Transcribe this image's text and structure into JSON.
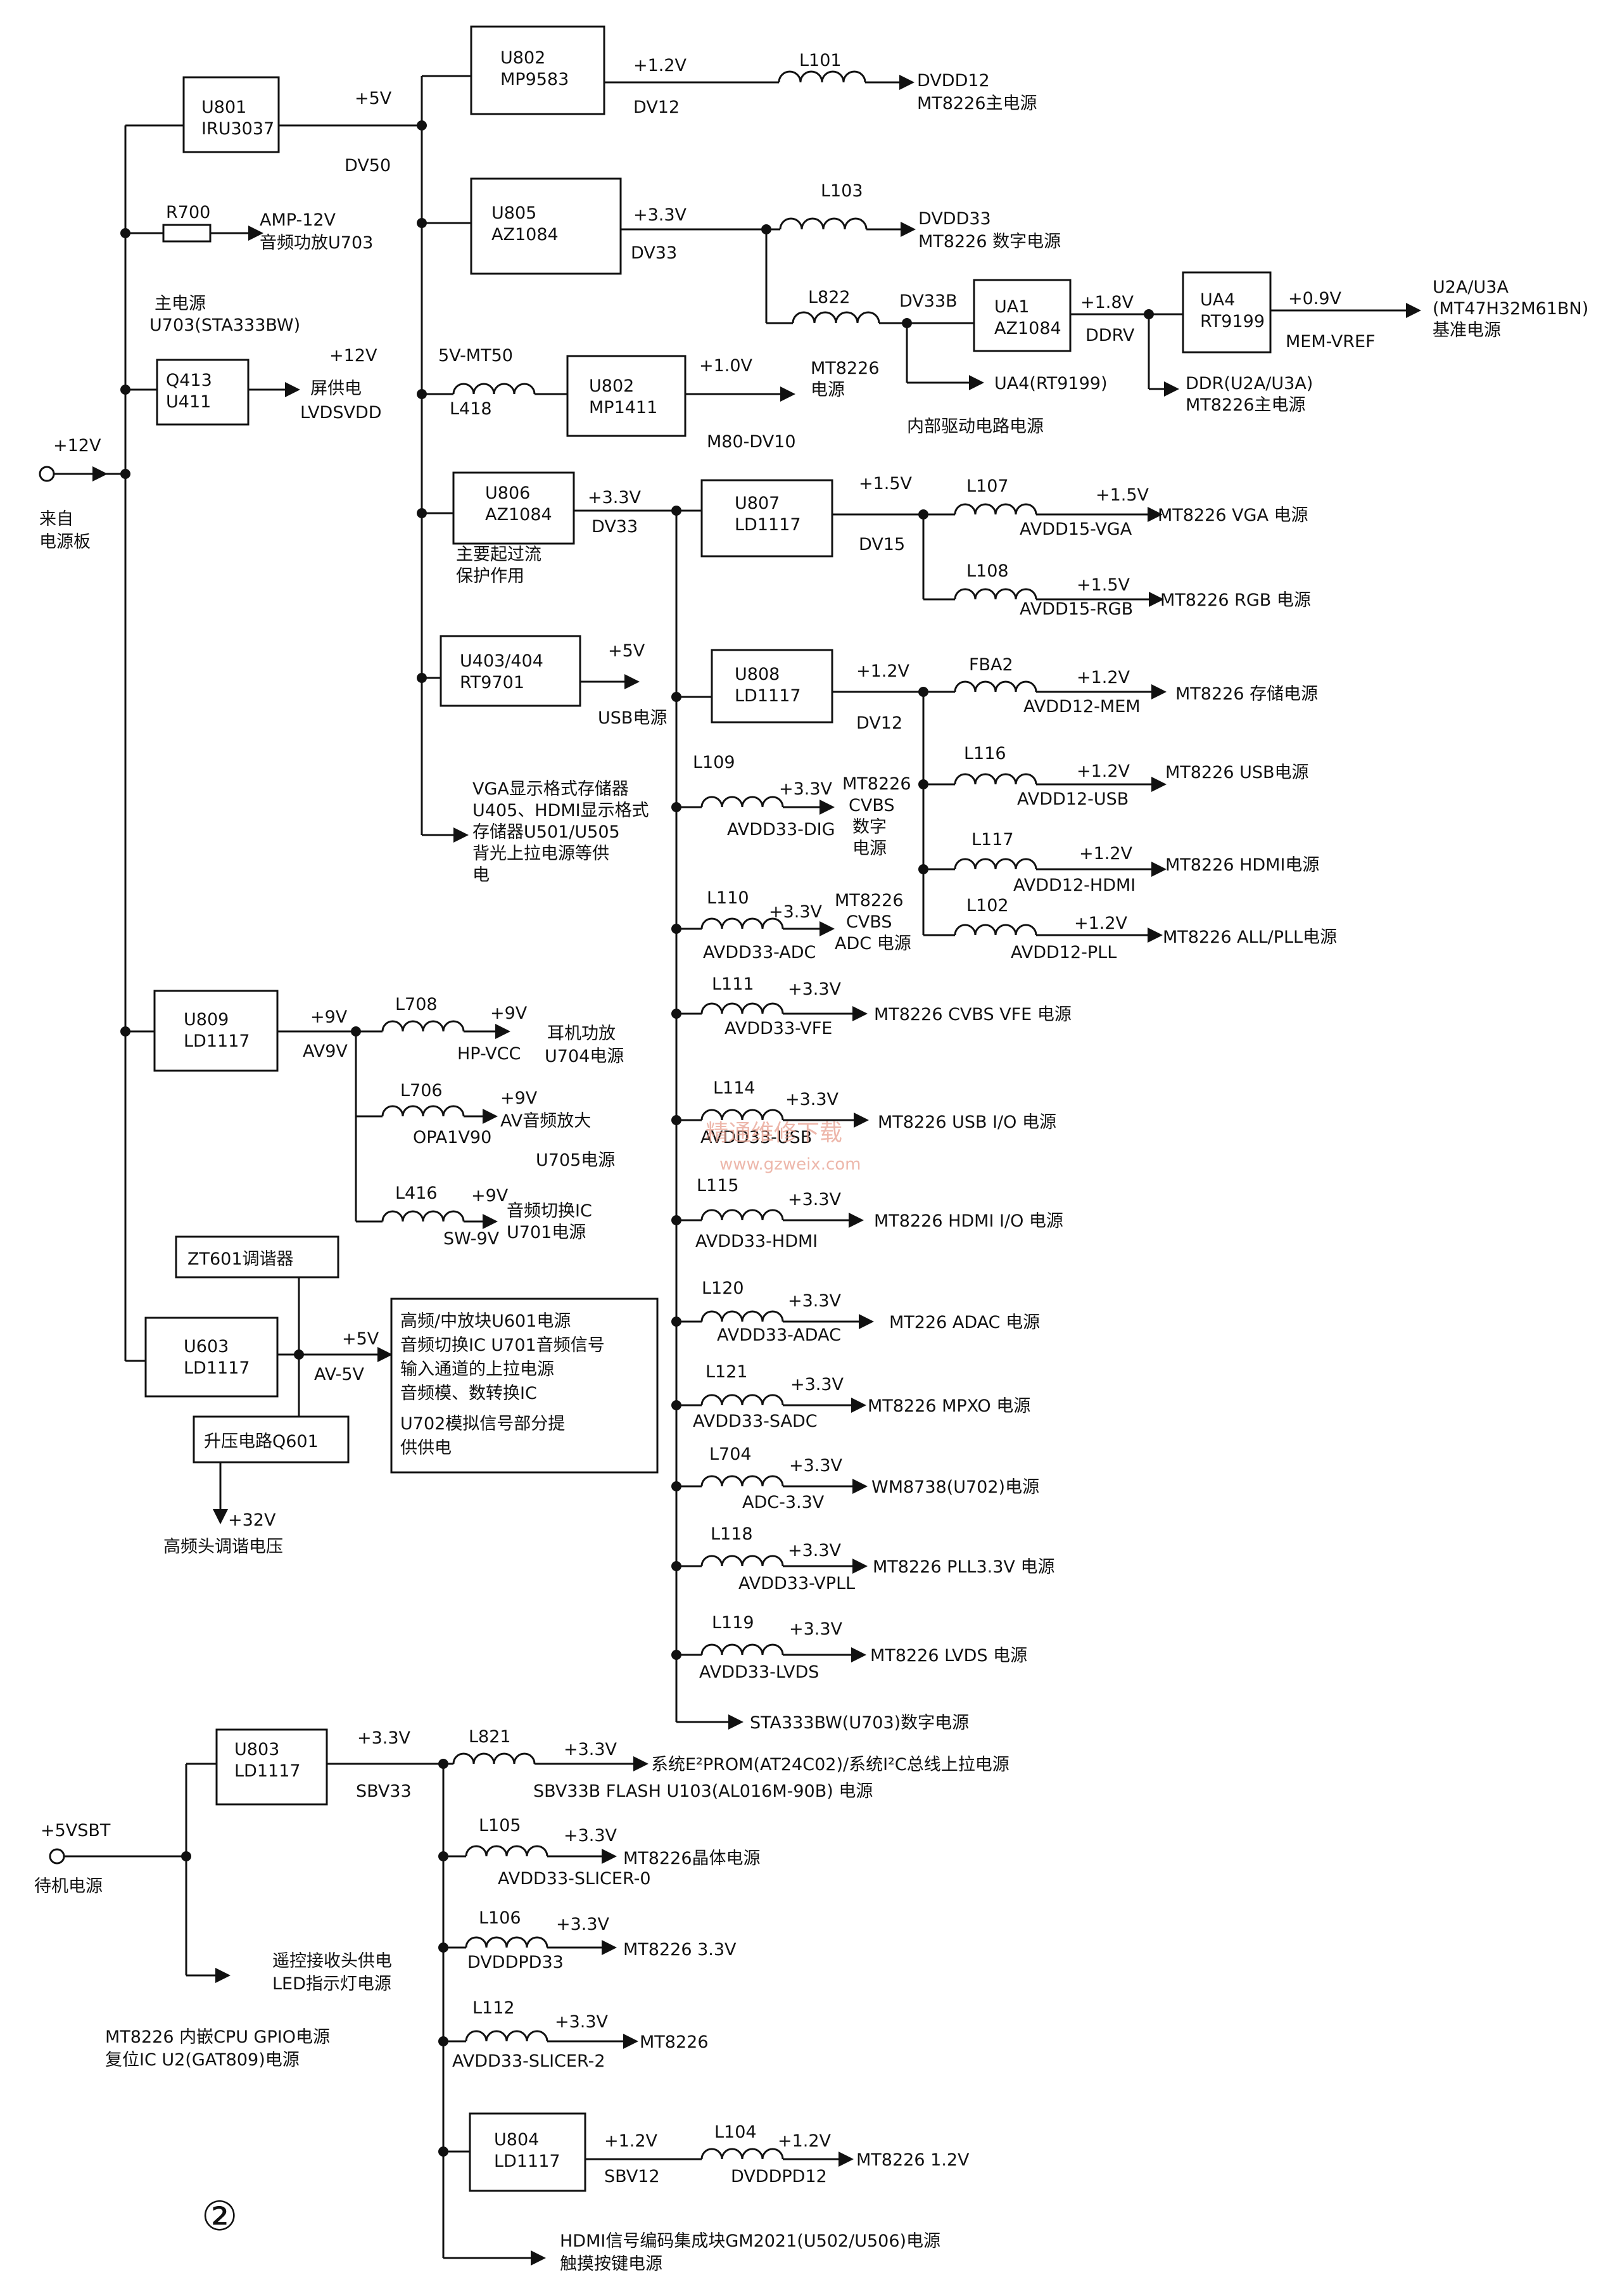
{
  "inputs": {
    "main_v": "+12V",
    "main_src": [
      "来自",
      "电源板"
    ],
    "standby_v": "+5VSBT",
    "standby_src": "待机电源"
  },
  "chips": {
    "u801": [
      "U801",
      "IRU3037"
    ],
    "u802a": [
      "U802",
      "MP9583"
    ],
    "u805": [
      "U805",
      "AZ1084"
    ],
    "ua1": [
      "UA1",
      "AZ1084"
    ],
    "ua4": [
      "UA4",
      "RT9199"
    ],
    "q413": [
      "Q413",
      "U411"
    ],
    "u802b": [
      "U802",
      "MP1411"
    ],
    "u806": [
      "U806",
      "AZ1084"
    ],
    "u807": [
      "U807",
      "LD1117"
    ],
    "u403": [
      "U403/404",
      "RT9701"
    ],
    "u808": [
      "U808",
      "LD1117"
    ],
    "u809": [
      "U809",
      "LD1117"
    ],
    "u603": [
      "U603",
      "LD1117"
    ],
    "zt601": "ZT601调谐器",
    "q601": "升压电路Q601",
    "u803": [
      "U803",
      "LD1117"
    ],
    "u804": [
      "U804",
      "LD1117"
    ]
  },
  "labels": {
    "v5": "+5V",
    "dv50": "DV50",
    "v12a": "+1.2V",
    "dv12": "DV12",
    "l101": "L101",
    "dvdd12": "DVDD12",
    "mt_main": "MT8226主电源",
    "v33a": "+3.3V",
    "dv33": "DV33",
    "l103": "L103",
    "dvdd33": "DVDD33",
    "mt_dig": "MT8226 数字电源",
    "l822": "L822",
    "dv33b": "DV33B",
    "v18": "+1.8V",
    "ddrv": "DDRV",
    "v09": "+0.9V",
    "memvref": "MEM-VREF",
    "u2a": "U2A/U3A",
    "mt47": "(MT47H32M61BN)",
    "jizhun": "基准电源",
    "ua4rt": "UA4(RT9199)",
    "ddr": "DDR(U2A/U3A)",
    "mt_main2": "MT8226主电源",
    "neibu": "内部驱动电路电源",
    "r700": "R700",
    "amp": "AMP-12V",
    "yinpin": "音频功放U703",
    "zhudy": "主电源",
    "u703": "U703(STA333BW)",
    "v12b": "+12V",
    "pinggd": "屏供电",
    "lvdsvdd": "LVDSVDD",
    "mt50": "5V-MT50",
    "l418": "L418",
    "v10": "+1.0V",
    "mt8226": "MT8226",
    "dianyuan": "电源",
    "m80": "M80-DV10",
    "v33b": "+3.3V",
    "dv33b2": "DV33",
    "zhuyao": "主要起过流",
    "baohu": "保护作用",
    "v15": "+1.5V",
    "dv15": "DV15",
    "l107": "L107",
    "v15a": "+1.5V",
    "avdd15vga": "AVDD15-VGA",
    "mt_vga": "MT8226 VGA 电源",
    "l108": "L108",
    "v15b": "+1.5V",
    "avdd15rgb": "AVDD15-RGB",
    "mt_rgb": "MT8226 RGB 电源",
    "v5b": "+5V",
    "usbdy": "USB电源",
    "v12c": "+1.2V",
    "dv12b": "DV12",
    "fba2": "FBA2",
    "v12d": "+1.2V",
    "avdd12mem": "AVDD12-MEM",
    "mt_mem": "MT8226 存储电源",
    "l116": "L116",
    "v12e": "+1.2V",
    "avdd12usb": "AVDD12-USB",
    "mt_usb": "MT8226 USB电源",
    "l117": "L117",
    "v12f": "+1.2V",
    "avdd12hdmi": "AVDD12-HDMI",
    "mt_hdmi": "MT8226 HDMI电源",
    "l102": "L102",
    "v12g": "+1.2V",
    "avdd12pll": "AVDD12-PLL",
    "mt_pll": "MT8226 ALL/PLL电源",
    "vga": [
      "VGA显示格式存储器",
      "U405、HDMI显示格式",
      "存储器U501/U505",
      "背光上拉电源等供",
      "电"
    ],
    "l109": "L109",
    "v33c": "+3.3V",
    "avdd33dig": "AVDD33-DIG",
    "cvbs1": [
      "MT8226",
      "CVBS",
      "数字",
      "电源"
    ],
    "l110": "L110",
    "v33d": "+3.3V",
    "avdd33adc": "AVDD33-ADC",
    "cvbs2": [
      "MT8226",
      "CVBS",
      "ADC 电源"
    ],
    "l111": "L111",
    "v33e": "+3.3V",
    "avdd33vfe": "AVDD33-VFE",
    "mt_vfe": "MT8226 CVBS VFE 电源",
    "l114": "L114",
    "v33f": "+3.3V",
    "avdd33usb": "AVDD33-USB",
    "mt_usbio": "MT8226 USB I/O 电源",
    "l115": "L115",
    "v33g": "+3.3V",
    "avdd33hdmi": "AVDD33-HDMI",
    "mt_hdmiio": "MT8226 HDMI I/O 电源",
    "l120": "L120",
    "v33h": "+3.3V",
    "avdd33adac": "AVDD33-ADAC",
    "mt_adac": "MT226 ADAC 电源",
    "l121": "L121",
    "v33i": "+3.3V",
    "avdd33sadc": "AVDD33-SADC",
    "mt_mpxo": "MT8226 MPXO 电源",
    "l704": "L704",
    "v33j": "+3.3V",
    "adc33": "ADC-3.3V",
    "wm8738": "WM8738(U702)电源",
    "l118": "L118",
    "v33k": "+3.3V",
    "avdd33vpll": "AVDD33-VPLL",
    "mt_pll33": "MT8226 PLL3.3V 电源",
    "l119": "L119",
    "v33l": "+3.3V",
    "avdd33lvds": "AVDD33-LVDS",
    "mt_lvds": "MT8226 LVDS 电源",
    "sta333": "STA333BW(U703)数字电源",
    "v9": "+9V",
    "av9v": "AV9V",
    "l708": "L708",
    "v9a": "+9V",
    "hpvcc": "HP-VCC",
    "erji": "耳机功放",
    "u704": "U704电源",
    "l706": "L706",
    "v9b": "+9V",
    "opa": "OPA1V90",
    "avyp": "AV音频放大",
    "u705": "U705电源",
    "l416": "L416",
    "v9c": "+9V",
    "sw9v": "SW-9V",
    "yinpinqh": "音频切换IC",
    "u701": "U701电源",
    "v5c": "+5V",
    "av5v": "AV-5V",
    "gaopin": [
      "高频/中放块U601电源",
      "音频切换IC U701音频信号",
      "输入通道的上拉电源",
      "音频模、数转换IC",
      "U702模拟信号部分提",
      "供供电"
    ],
    "v32": "+32V",
    "gaopintou": "高频头调谐电压",
    "v33m": "+3.3V",
    "sbv33": "SBV33",
    "l821": "L821",
    "v33n": "+3.3V",
    "eeprom": "系统E²PROM(AT24C02)/系统I²C总线上拉电源",
    "flash": "SBV33B FLASH U103(AL016M-90B) 电源",
    "l105": "L105",
    "v33o": "+3.3V",
    "slicer0": "AVDD33-SLICER-0",
    "jingti": "MT8226晶体电源",
    "l106": "L106",
    "v33p": "+3.3V",
    "dvddpd33": "DVDDPD33",
    "mt33": "MT8226 3.3V",
    "l112": "L112",
    "v33q": "+3.3V",
    "slicer2": "AVDD33-SLICER-2",
    "mt8226b": "MT8226",
    "v12h": "+1.2V",
    "sbv12": "SBV12",
    "l104": "L104",
    "v12i": "+1.2V",
    "dvddpd12": "DVDDPD12",
    "mt12": "MT8226 1.2V",
    "yaokong": [
      "遥控接收头供电",
      "LED指示灯电源"
    ],
    "cpu": [
      "MT8226 内嵌CPU GPIO电源",
      "复位IC U2(GAT809)电源"
    ],
    "hdmi": [
      "HDMI信号编码集成块GM2021(U502/U506)电源",
      "触摸按键电源"
    ],
    "circle": "②",
    "watermark1": "精通维修下载",
    "watermark2": "www.gzweix.com"
  }
}
